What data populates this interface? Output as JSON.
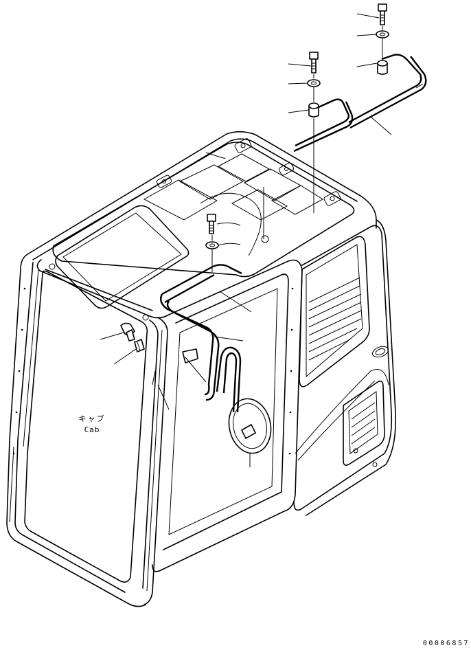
{
  "labels": {
    "cab_jp": "キャブ",
    "cab_en": "Cab"
  },
  "drawing_number": "00006857"
}
